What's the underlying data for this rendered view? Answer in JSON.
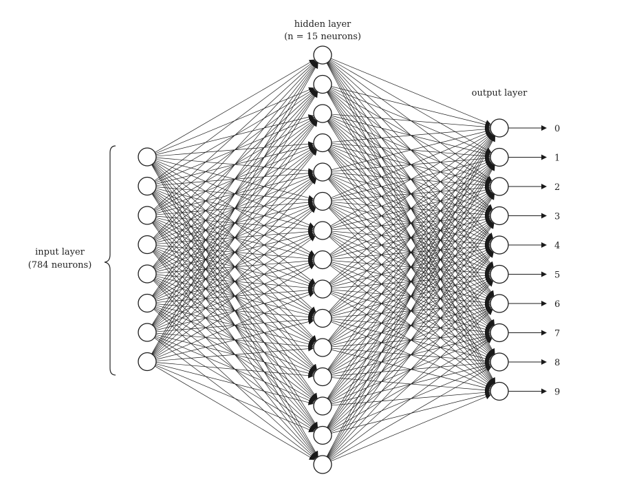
{
  "labels": {
    "hidden_title": "hidden layer",
    "hidden_subtitle": "(n = 15 neurons)",
    "input_title": "input layer",
    "input_subtitle": "(784 neurons)",
    "output_title": "output layer"
  },
  "layers": {
    "input_shown": 8,
    "hidden": 15,
    "output": 10
  },
  "output_labels": [
    "0",
    "1",
    "2",
    "3",
    "4",
    "5",
    "6",
    "7",
    "8",
    "9"
  ]
}
